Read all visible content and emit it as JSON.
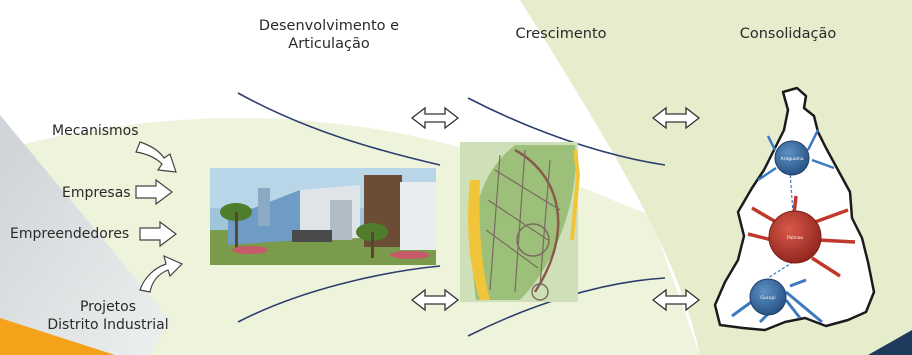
{
  "stages": {
    "development": {
      "line1": "Desenvolvimento e",
      "line2": "Articulação"
    },
    "growth": "Crescimento",
    "consolidation": "Consolidação"
  },
  "inputs": {
    "mechanisms": "Mecanismos",
    "companies": "Empresas",
    "entrepreneurs": "Empreendedores",
    "projects_line1": "Projetos",
    "projects_line2": "Distrito Industrial"
  },
  "map_cities": {
    "north": "Araguaína",
    "center": "Palmas",
    "south": "Gurupi"
  },
  "colors": {
    "bg_green": "#eef3dc",
    "bg_green_dark": "#dfe9c2",
    "accent_orange": "#f3a21a",
    "accent_navy": "#1f3a5a",
    "city_blue": "#3f73a8",
    "city_red": "#b8352b",
    "arrow_red": "#c0392b",
    "arrow_blue": "#3b79c0"
  }
}
